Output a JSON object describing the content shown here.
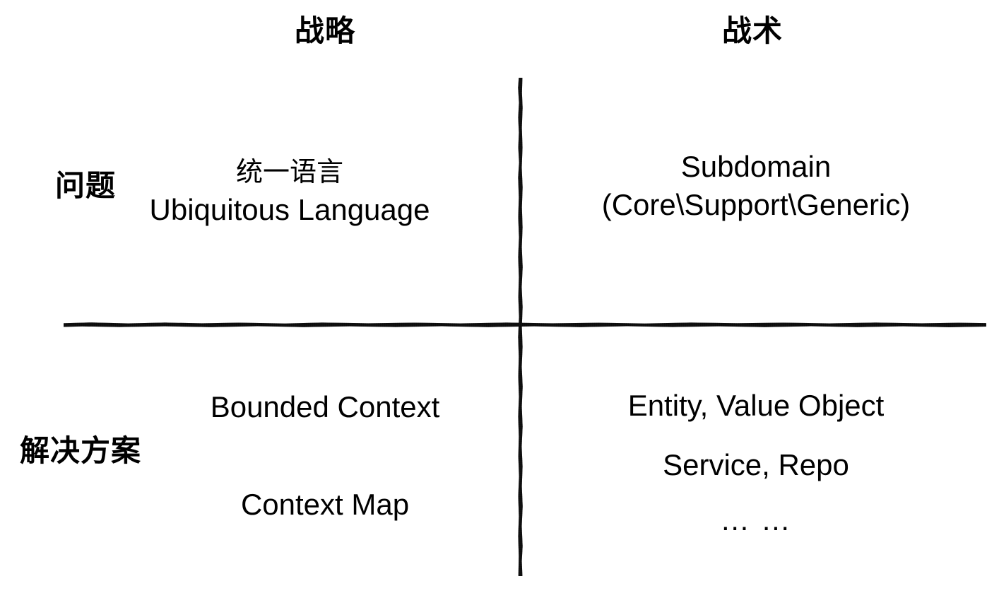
{
  "diagram": {
    "type": "2x2-quadrant-matrix",
    "title": "",
    "column_headers": [
      {
        "id": "strategy",
        "label": "战略"
      },
      {
        "id": "tactics",
        "label": "战术"
      }
    ],
    "row_headers": [
      {
        "id": "problem",
        "label": "问题"
      },
      {
        "id": "solution",
        "label": "解决方案"
      }
    ],
    "axes": {
      "vertical_divider_color": "#111111",
      "horizontal_divider_color": "#111111",
      "style": "hand-drawn"
    },
    "quadrants": [
      {
        "id": "problem-strategy",
        "row": "问题",
        "column": "战略",
        "lines": [
          "统一语言",
          "Ubiquitous Language"
        ]
      },
      {
        "id": "problem-tactics",
        "row": "问题",
        "column": "战术",
        "lines": [
          "Subdomain",
          "(Core\\Support\\Generic)"
        ]
      },
      {
        "id": "solution-strategy",
        "row": "解决方案",
        "column": "战略",
        "lines": [
          "Bounded Context",
          "Context Map"
        ]
      },
      {
        "id": "solution-tactics",
        "row": "解决方案",
        "column": "战术",
        "lines": [
          "Entity, Value Object",
          "Service, Repo",
          "… …"
        ]
      }
    ]
  }
}
